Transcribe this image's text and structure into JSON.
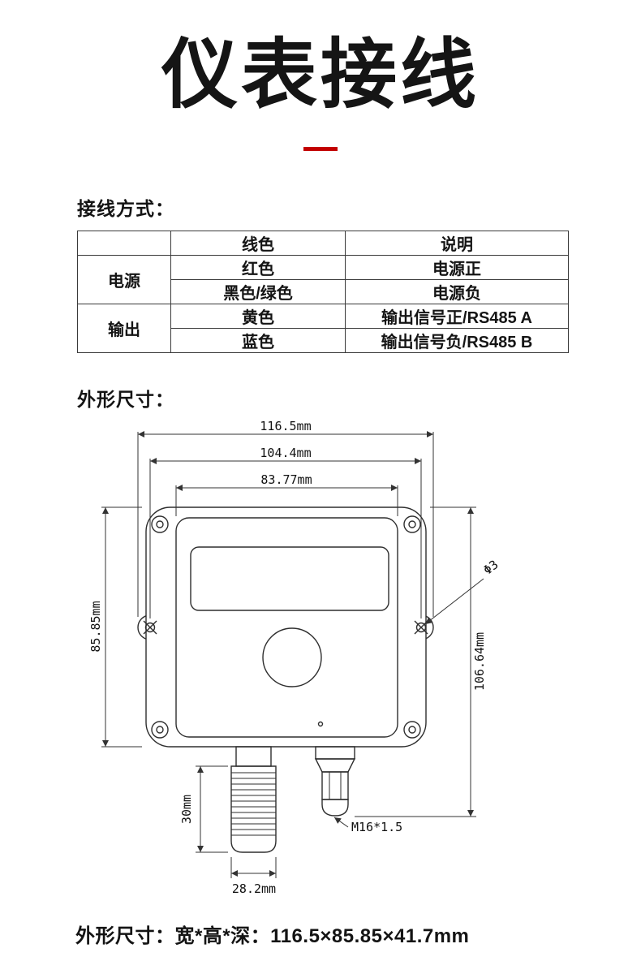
{
  "page": {
    "title": "仪表接线"
  },
  "colors": {
    "accent_red": "#c30000",
    "line_color": "#333333"
  },
  "wiring": {
    "heading": "接线方式：",
    "table": {
      "col_headers": [
        "",
        "线色",
        "说明"
      ],
      "groups": [
        {
          "label": "电源",
          "rows": [
            [
              "红色",
              "电源正"
            ],
            [
              "黑色/绿色",
              "电源负"
            ]
          ]
        },
        {
          "label": "输出",
          "rows": [
            [
              "黄色",
              "输出信号正/RS485 A"
            ],
            [
              "蓝色",
              "输出信号负/RS485 B"
            ]
          ]
        }
      ]
    }
  },
  "dimensions": {
    "heading": "外形尺寸：",
    "labels": {
      "width_overall": "116.5mm",
      "width_holes": "104.4mm",
      "width_inner": "83.77mm",
      "height_body": "85.85mm",
      "height_overall": "106.64mm",
      "hole_diameter": "Φ3",
      "probe_length": "30mm",
      "gland_thread": "M16*1.5",
      "probe_width": "28.2mm"
    }
  },
  "footer": {
    "summary": "外形尺寸：宽*高*深：116.5×85.85×41.7mm"
  }
}
